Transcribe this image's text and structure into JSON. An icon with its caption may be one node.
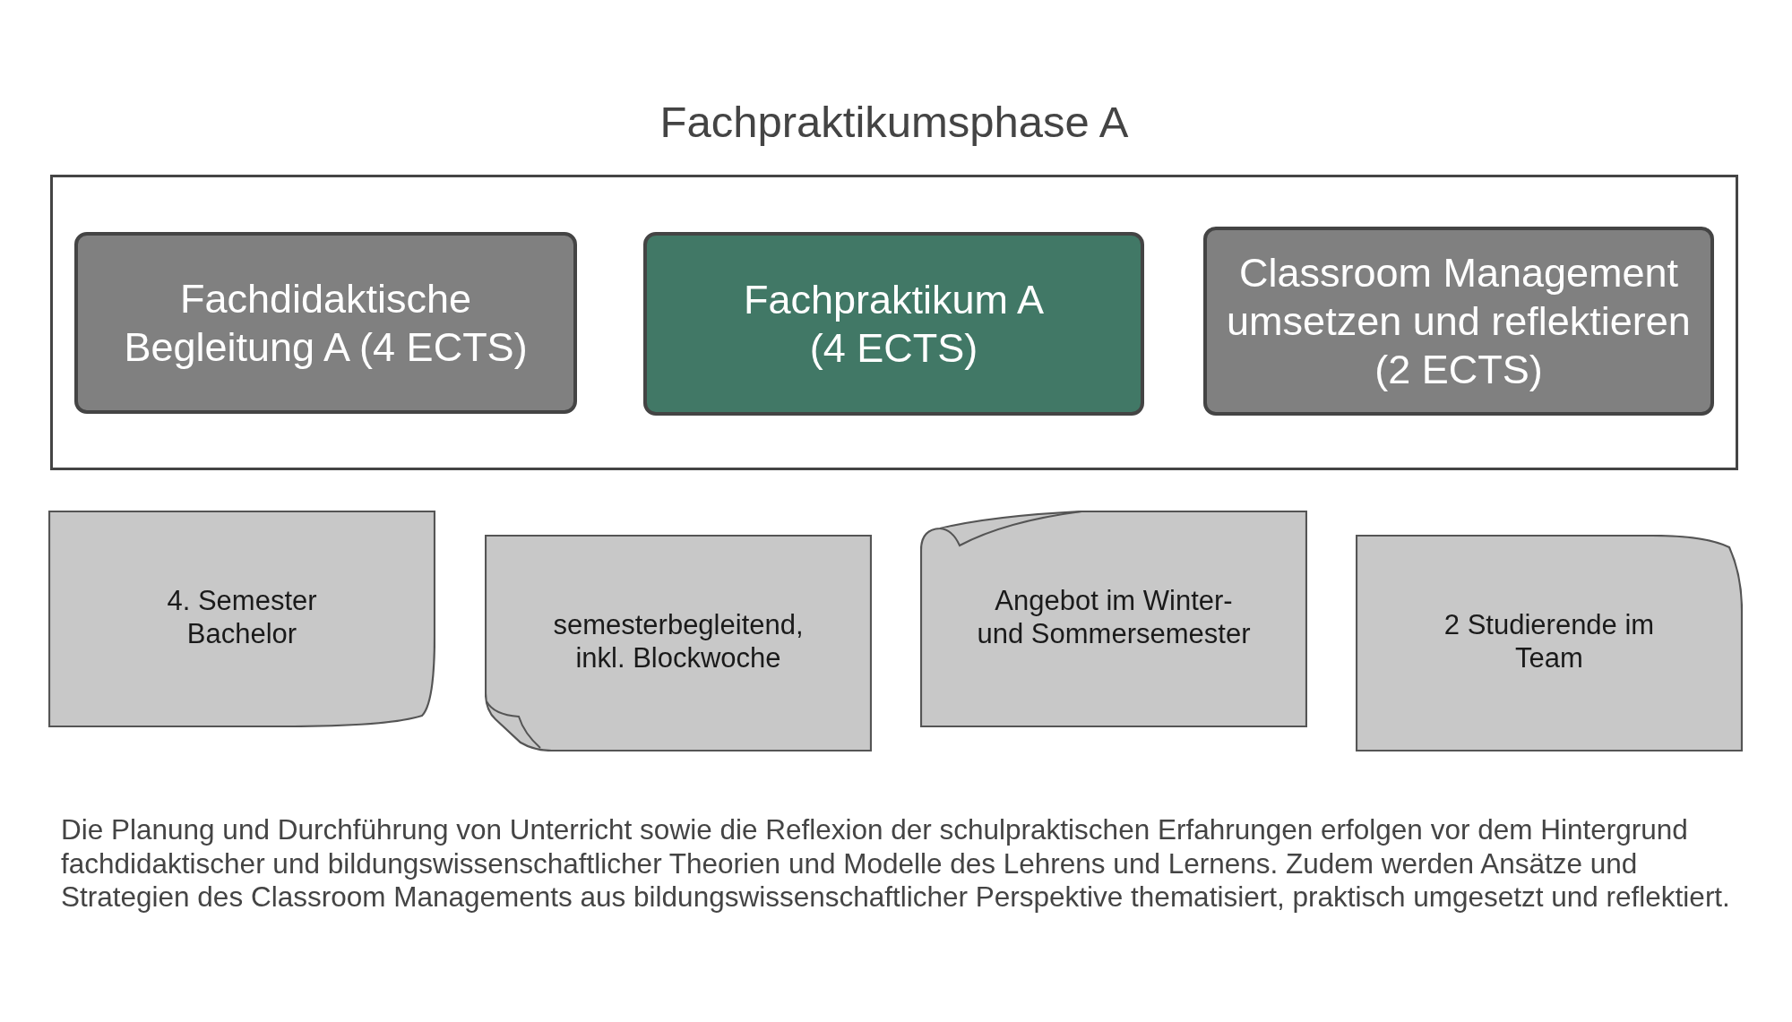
{
  "diagram": {
    "title": "Fachpraktikumsphase A",
    "nodes": [
      {
        "text": [],
        "shape": "box"
      },
      {
        "text": [
          "Fachdidaktische Begleitung A (4 ECTS)"
        ],
        "in": 0
      },
      {
        "text": [
          "Fachpraktikum A (4 ECTS)"
        ],
        "in": 0
      },
      {
        "text": [
          "Classroom Management umsetzen und reflektieren (2 ECTS)"
        ],
        "in": 0
      },
      {
        "text": [
          "4. Semester Bachelor"
        ]
      },
      {
        "text": [
          "semesterbegleitend, inkl. Blockwoche"
        ]
      },
      {
        "text": [
          "Angebot im Winter- und Sommersemester"
        ]
      },
      {
        "text": [
          "2 Studierende im Team"
        ]
      }
    ],
    "caption": "Die Planung und Durchführung von Unterricht sowie die Reflexion der schulpraktischen Erfahrungen erfolgen vor dem Hintergrund fachdidaktischer und bildungswissenschaftlicher Theorien und Modelle des Lehrens und Lernens. Zudem werden Ansätze und Strategien des Classroom Managements aus bildungswissenschaftlicher Perspektive thematisiert, praktisch umgesetzt und reflektiert."
  }
}
